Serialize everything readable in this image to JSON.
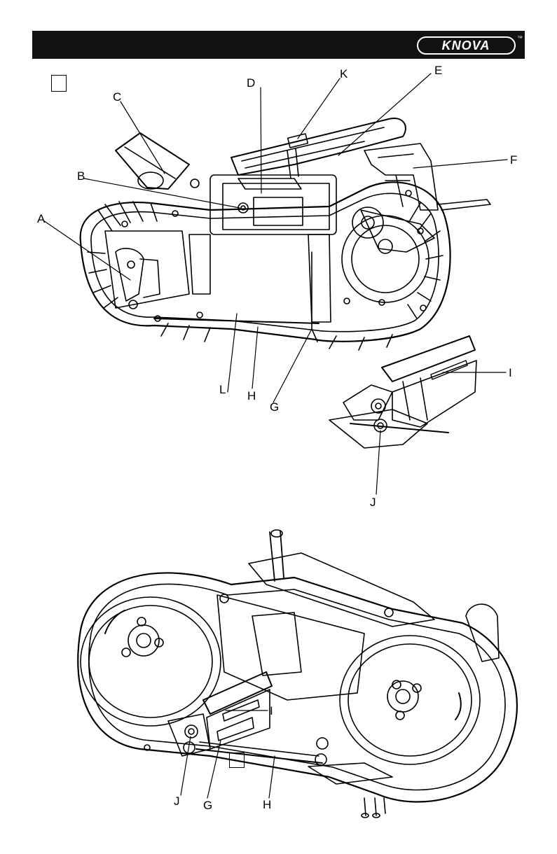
{
  "header": {
    "brand": "KNOVA",
    "trademark": "™"
  },
  "figure_top": {
    "labels": {
      "A": "A",
      "B": "B",
      "C": "C",
      "D": "D",
      "E": "E",
      "F": "F",
      "G": "G",
      "H": "H",
      "I": "I",
      "J": "J",
      "K": "K",
      "L": "L"
    }
  },
  "figure_bottom": {
    "labels": {
      "I": "I",
      "J": "J",
      "G": "G",
      "H": "H"
    }
  },
  "colors": {
    "bar": "#111111",
    "line": "#000000",
    "paper": "#ffffff"
  }
}
